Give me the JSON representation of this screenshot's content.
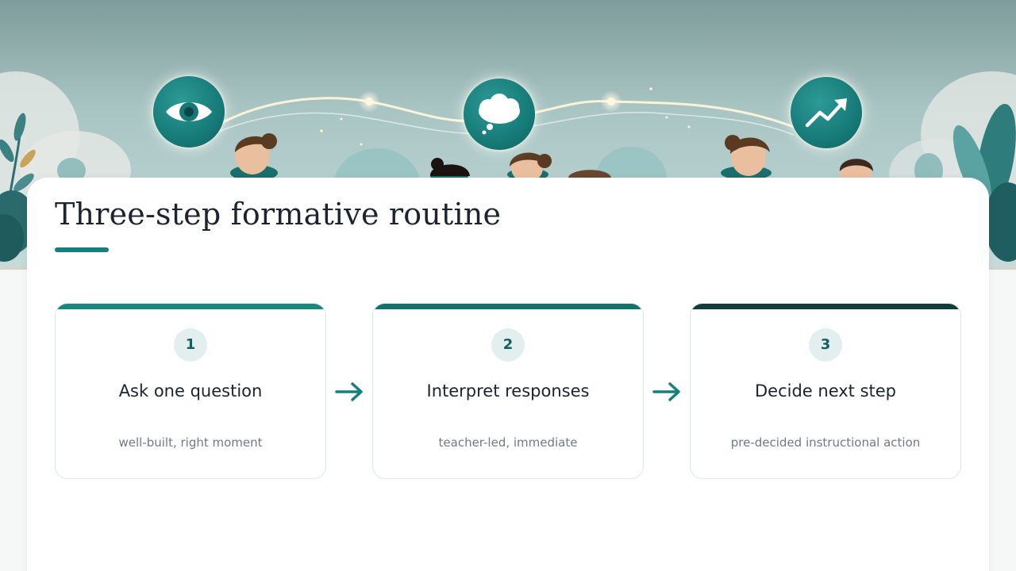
{
  "slide": {
    "title": "Three-step formative routine"
  },
  "hero": {
    "icons": [
      "eye-icon",
      "thought-cloud-icon",
      "trend-up-icon"
    ]
  },
  "steps": [
    {
      "number": "1",
      "title": "Ask one question",
      "subtitle": "well-built, right moment"
    },
    {
      "number": "2",
      "title": "Interpret responses",
      "subtitle": "teacher-led, immediate"
    },
    {
      "number": "3",
      "title": "Decide next step",
      "subtitle": "pre-decided instructional action"
    }
  ],
  "colors": {
    "accent": "#167f7b",
    "accent_dark": "#123c3c",
    "title_text": "#1c2430",
    "muted_text": "#6e7b86",
    "number_bg": "#e2efee"
  }
}
